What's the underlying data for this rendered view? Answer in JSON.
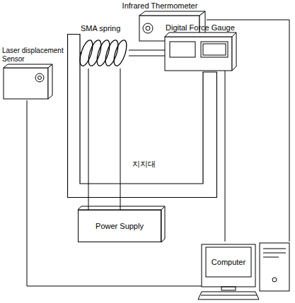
{
  "diagram": {
    "nodes": [
      {
        "text": [
          "Infrared Thermometer"
        ]
      },
      {
        "text": [
          "Laser displacement Sensor"
        ]
      },
      {
        "text": [
          "SMA spring"
        ]
      },
      {
        "text": [
          "지지대"
        ]
      },
      {
        "text": [
          "Digital Force Gauge"
        ]
      },
      {
        "text": [
          "Power Supply"
        ]
      },
      {
        "text": [
          "Computer"
        ]
      }
    ],
    "edges": [
      {
        "from": 0,
        "to": 6,
        "arrow": "none"
      },
      {
        "from": 1,
        "to": 6,
        "arrow": "none"
      },
      {
        "from": 4,
        "to": 6,
        "arrow": "none"
      },
      {
        "from": 5,
        "to": 2,
        "arrow": "none"
      },
      {
        "from": 5,
        "to": 2,
        "arrow": "none"
      },
      {
        "from": 2,
        "to": 4,
        "arrow": "none"
      }
    ]
  }
}
